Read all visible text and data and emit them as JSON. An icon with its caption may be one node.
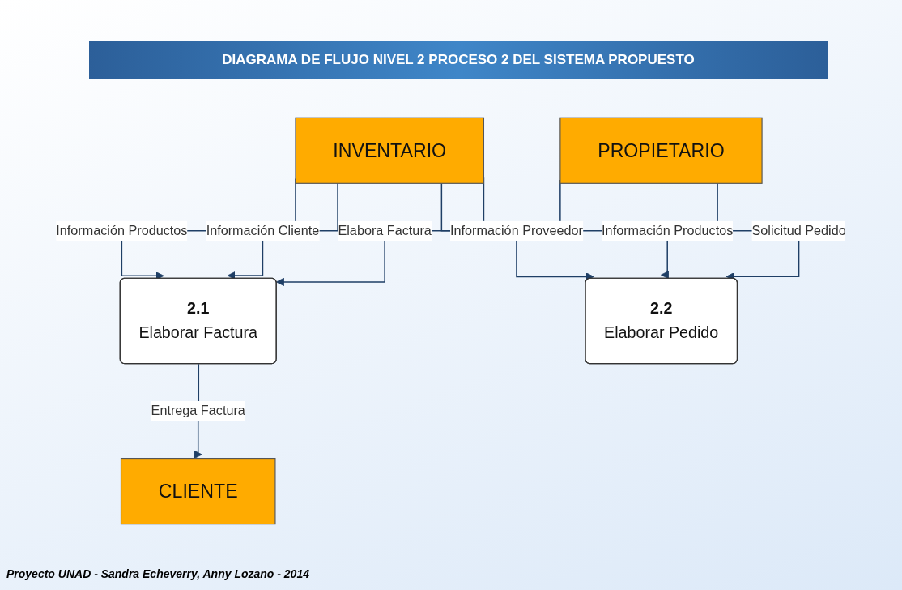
{
  "diagram": {
    "title": "DIAGRAMA DE FLUJO NIVEL 2 PROCESO 2 DEL SISTEMA PROPUESTO",
    "caption": "Proyecto UNAD - Sandra Echeverry, Anny Lozano - 2014",
    "nodes": [
      {
        "text": [
          "INVENTARIO"
        ]
      },
      {
        "text": [
          "2.1",
          "Elaborar Factura"
        ]
      },
      {
        "text": [
          "2.2",
          "Elaborar Pedido"
        ]
      },
      {
        "text": [
          "CLIENTE"
        ]
      },
      {
        "text": [
          "PROPIETARIO"
        ]
      }
    ],
    "edges": [
      {
        "from": 0,
        "to": 1,
        "arrow": "to",
        "label": "Información Productos"
      },
      {
        "from": 0,
        "to": 1,
        "arrow": "to",
        "label": "Información Cliente"
      },
      {
        "from": 0,
        "to": 2,
        "arrow": "to",
        "label": "Información Proveedor"
      },
      {
        "from": 0,
        "to": 2,
        "arrow": "to",
        "label": "Información Productos"
      },
      {
        "from": 1,
        "to": 3,
        "arrow": "to",
        "label": "Entrega Factura"
      },
      {
        "from": 4,
        "to": 1,
        "arrow": "to",
        "label": "Elabora Factura"
      },
      {
        "from": 4,
        "to": 2,
        "arrow": "to",
        "label": "Solicitud Pedido"
      }
    ]
  }
}
